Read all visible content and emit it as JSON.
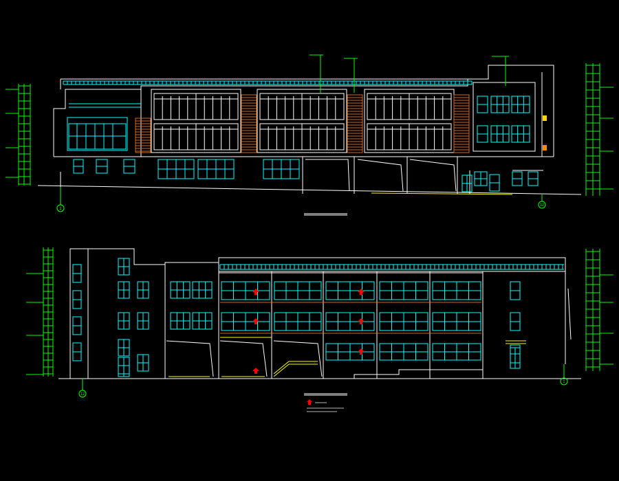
{
  "drawing": {
    "background": "#000000",
    "colors": {
      "outline": "#ffffff",
      "glazing": "#00ffff",
      "dimension": "#00ff00",
      "cladding": "#d2691e",
      "ramp": "#ffff00",
      "arrow": "#ff0000"
    }
  },
  "elevation_top": {
    "axis_left": "1",
    "axis_right": "12",
    "title": "",
    "scale": ""
  },
  "elevation_bottom": {
    "axis_left": "12",
    "axis_right": "1",
    "title": "",
    "scale": "",
    "legend_icon": "red-arrow-icon"
  }
}
